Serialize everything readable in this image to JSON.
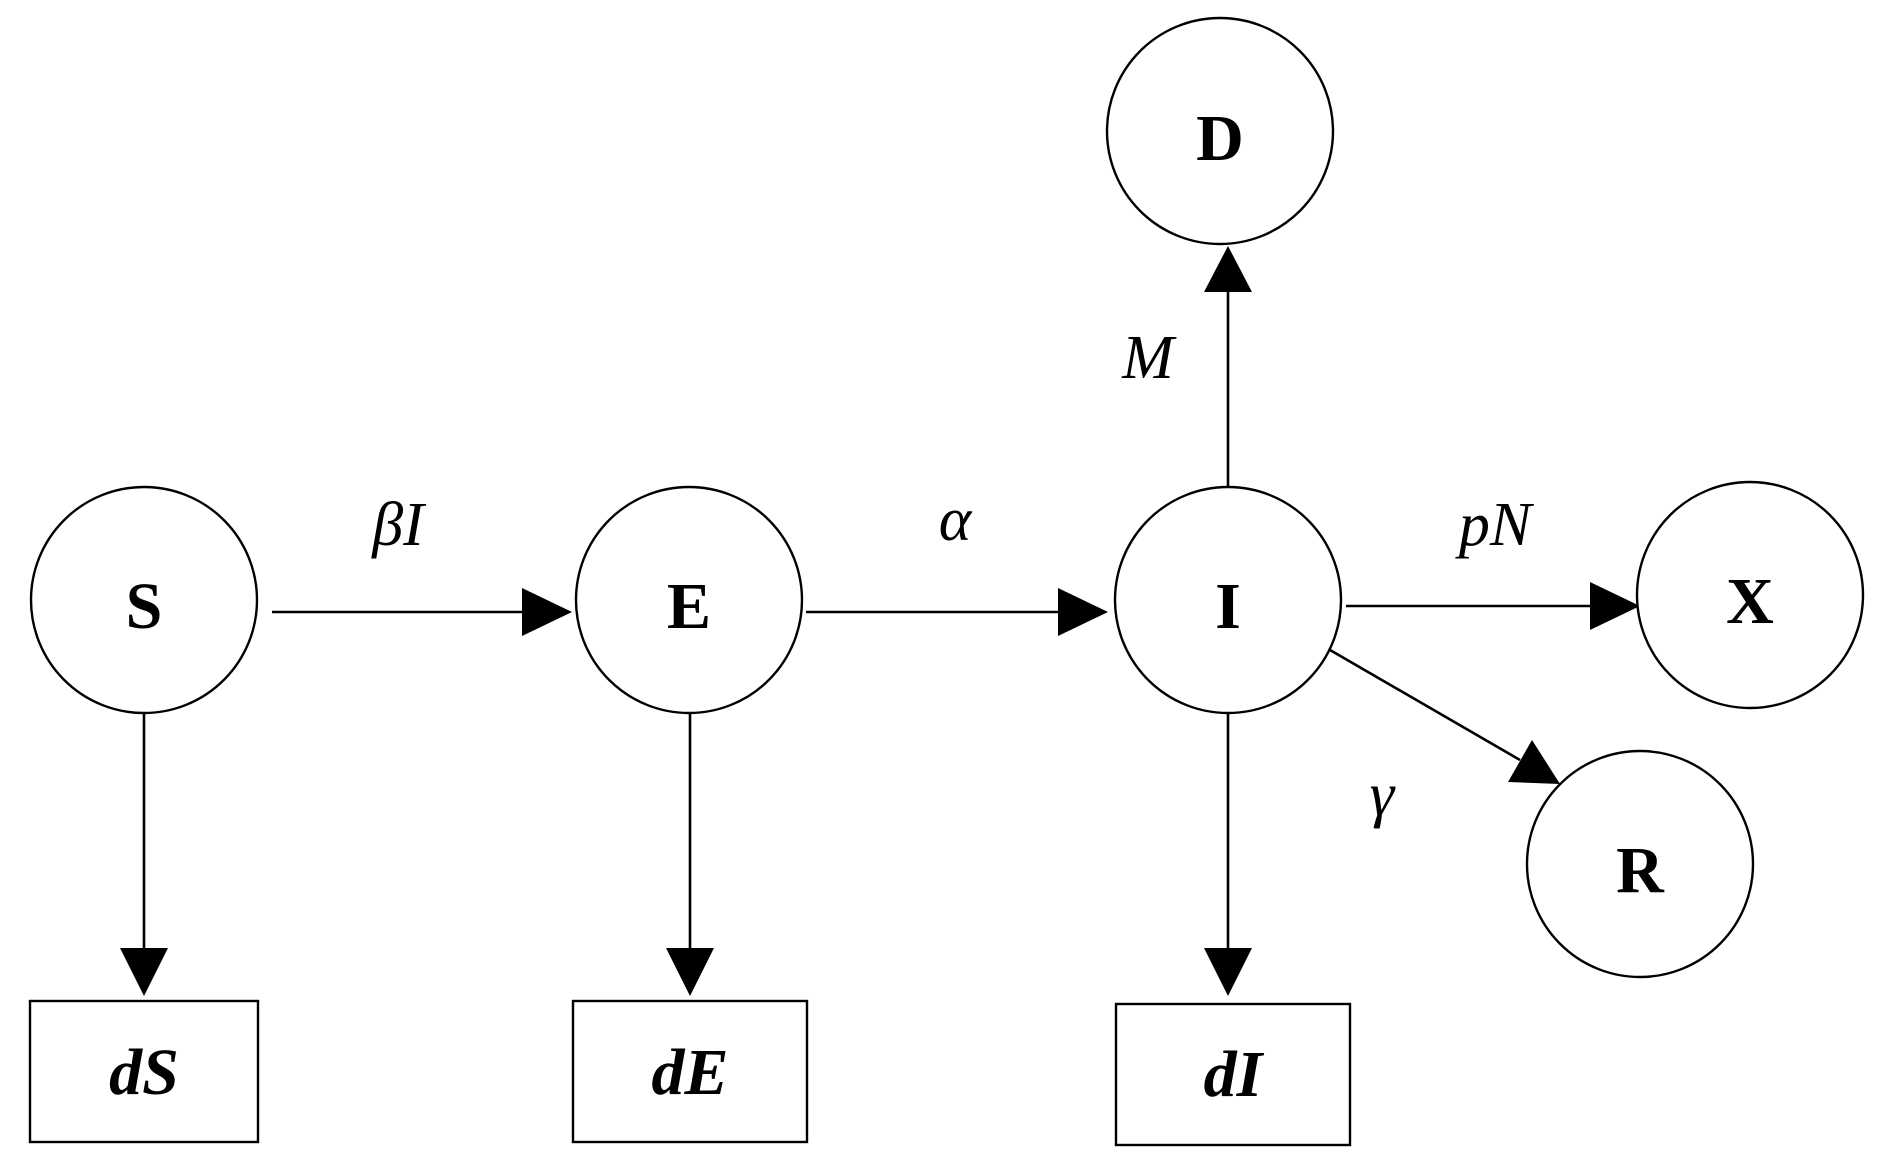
{
  "diagram": {
    "nodes": {
      "S": {
        "label": "S"
      },
      "E": {
        "label": "E"
      },
      "I": {
        "label": "I"
      },
      "D": {
        "label": "D"
      },
      "X": {
        "label": "X"
      },
      "R": {
        "label": "R"
      }
    },
    "boxes": {
      "dS": {
        "label": "dS"
      },
      "dE": {
        "label": "dE"
      },
      "dI": {
        "label": "dI"
      }
    },
    "edges": {
      "S_to_E": {
        "from": "S",
        "to": "E",
        "label": "βI"
      },
      "E_to_I": {
        "from": "E",
        "to": "I",
        "label": "α"
      },
      "I_to_D": {
        "from": "I",
        "to": "D",
        "label": "M"
      },
      "I_to_X": {
        "from": "I",
        "to": "X",
        "label": "pN"
      },
      "I_to_R": {
        "from": "I",
        "to": "R",
        "label": "γ"
      },
      "S_to_dS": {
        "from": "S",
        "to": "dS"
      },
      "E_to_dE": {
        "from": "E",
        "to": "dE"
      },
      "I_to_dI": {
        "from": "I",
        "to": "dI"
      }
    }
  }
}
